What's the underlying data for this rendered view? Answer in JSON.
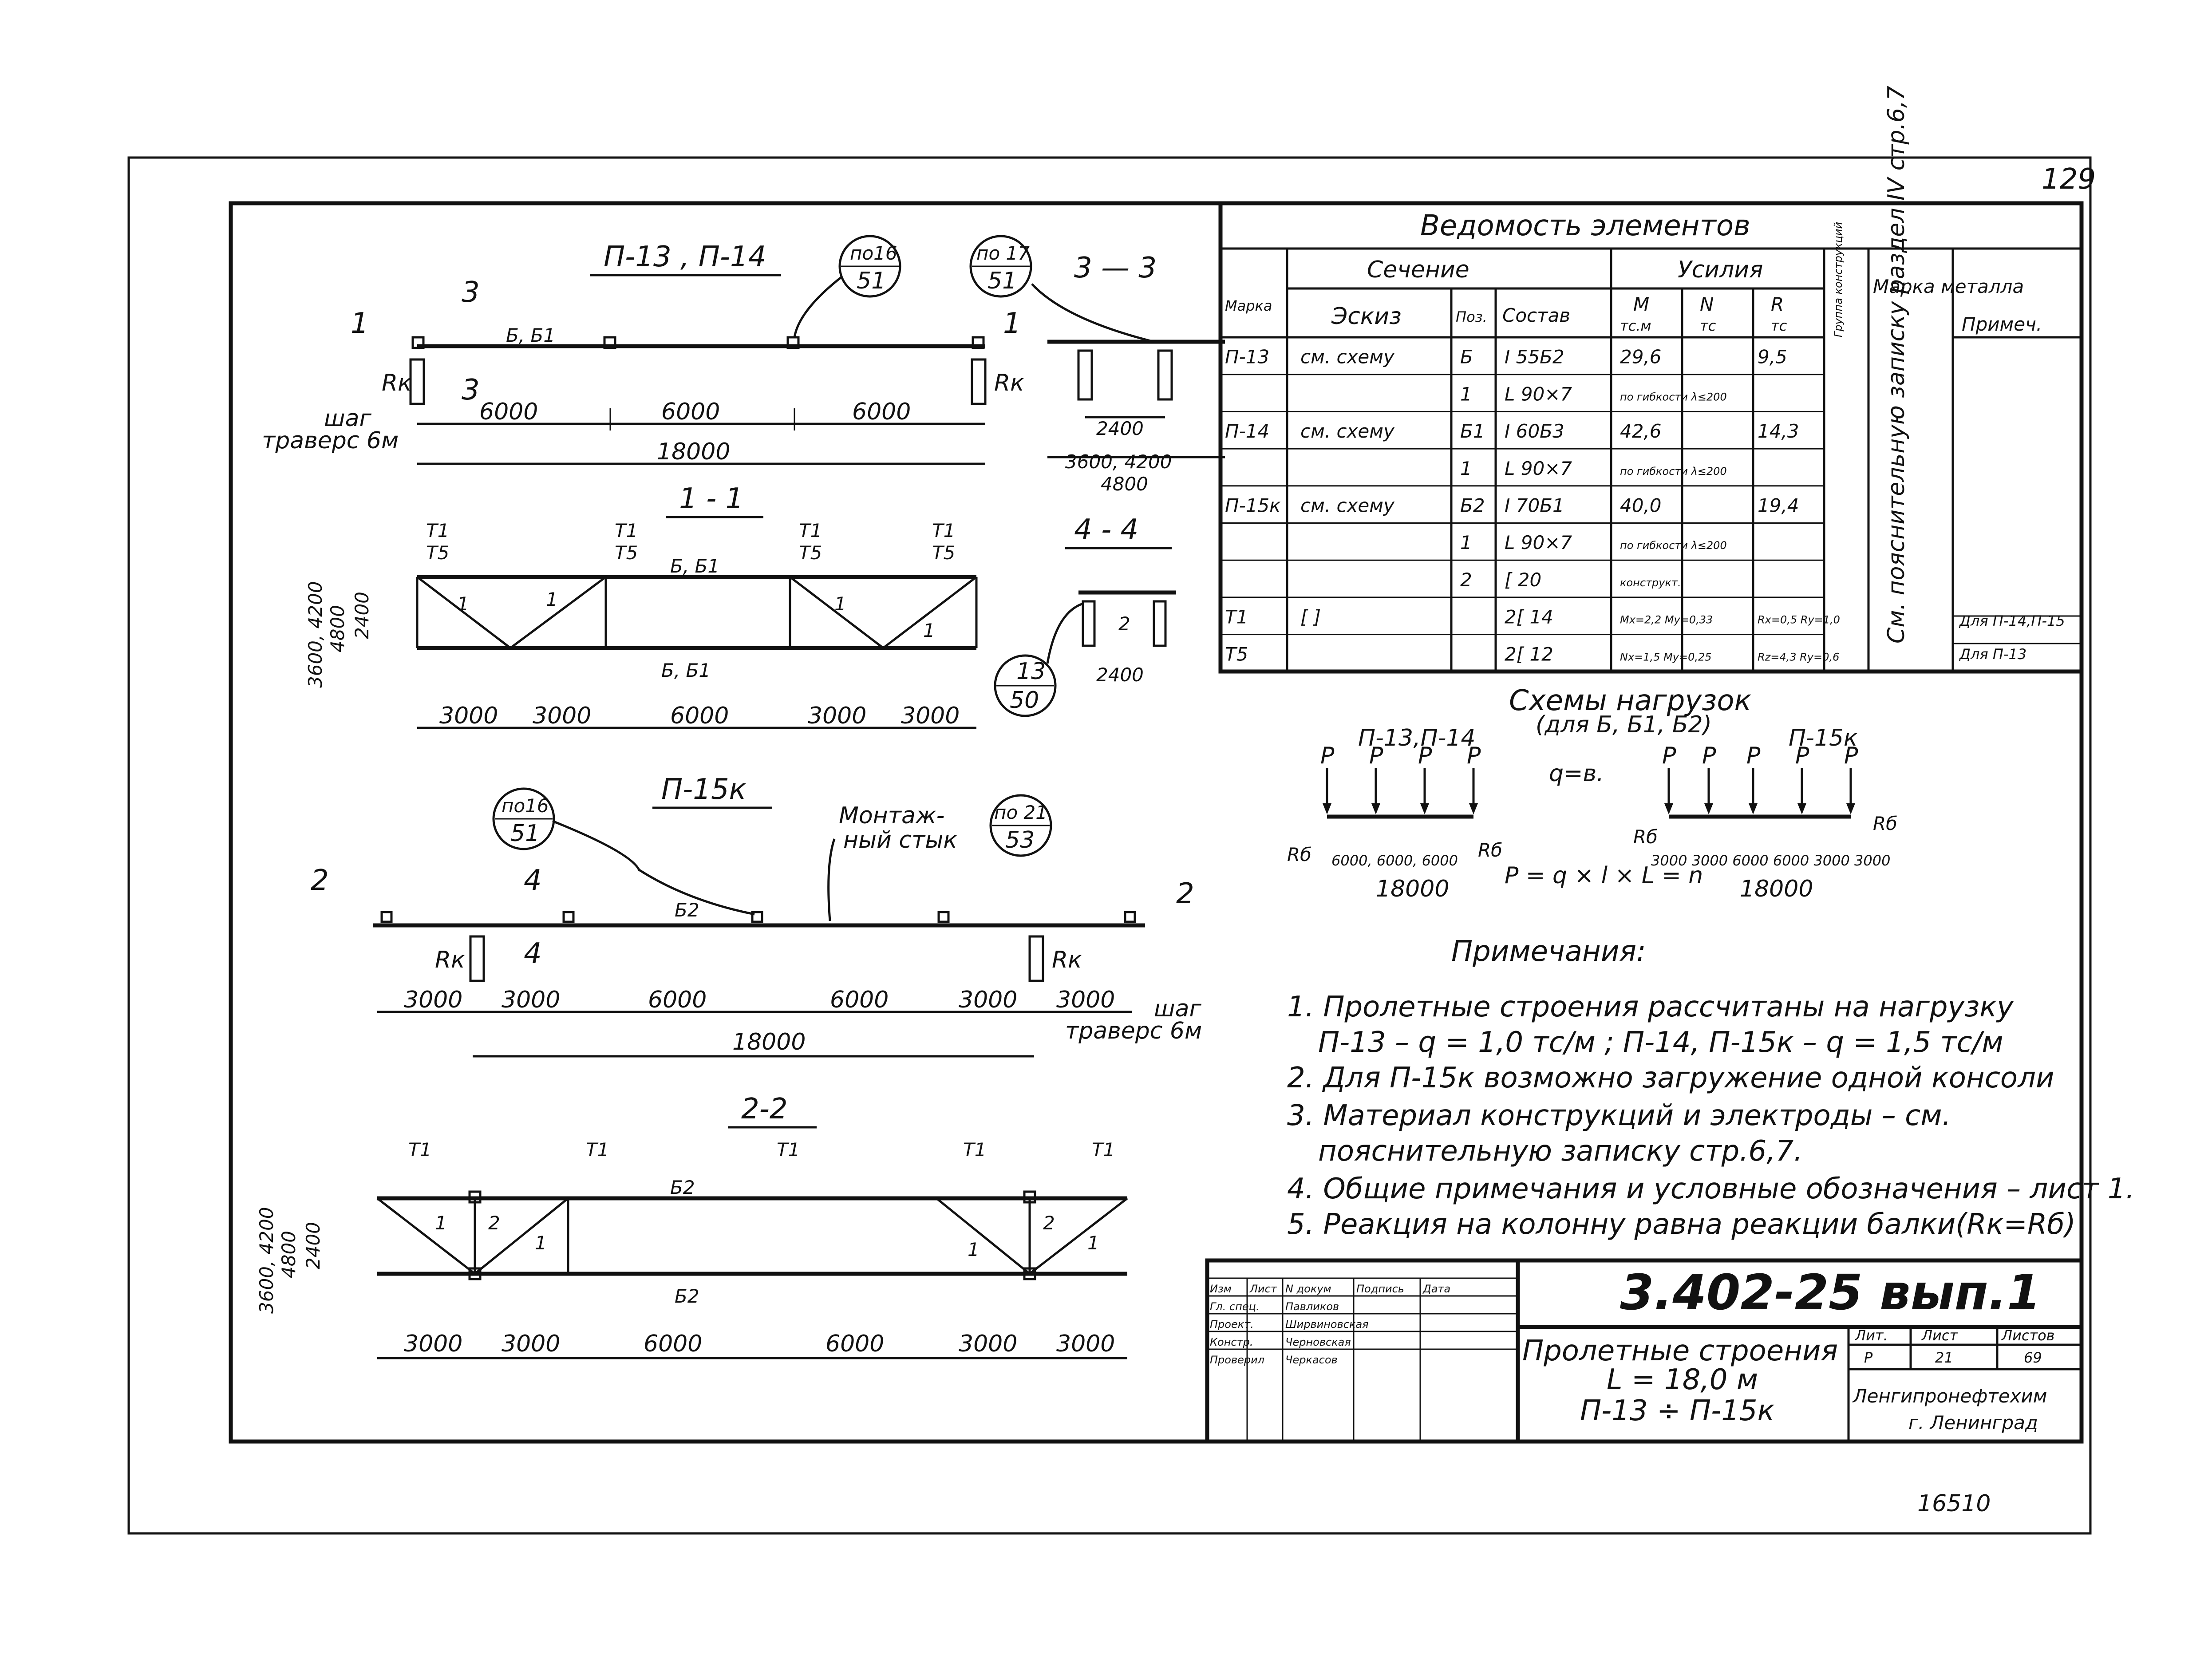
{
  "sheet": {
    "page_number": "129",
    "archive_number": "16510"
  },
  "views": {
    "p13_14": {
      "title": "П-13 , П-14",
      "beam_label": "Б, Б1",
      "spans": [
        "6000",
        "6000",
        "6000"
      ],
      "total": "18000",
      "step_line1": "шаг",
      "step_line2": "траверс 6м",
      "reaction": "Rк",
      "callout_a_top": "по16",
      "callout_a_bot": "51",
      "callout_b_top": "по 17",
      "callout_b_bot": "51",
      "cut1": "1",
      "cut3": "3"
    },
    "sec33": {
      "title": "3 — 3",
      "dims": [
        "2400",
        "3600, 4200",
        "4800"
      ]
    },
    "sec11": {
      "title": "1 - 1",
      "top_label": "Б, Б1",
      "bot_label": "Б, Б1",
      "spans": [
        "3000",
        "3000",
        "6000",
        "3000",
        "3000"
      ],
      "height_dims": [
        "3600, 4200",
        "4800",
        "2400"
      ],
      "labels_t1": "T1",
      "labels_t5": "T5",
      "member_1": "1"
    },
    "sec44": {
      "title": "4 - 4",
      "dim": "2400",
      "member": "2",
      "callout_top": "13",
      "callout_bot": "50"
    },
    "p15": {
      "title": "П-15к",
      "beam_label": "Б2",
      "spans": [
        "3000",
        "3000",
        "6000",
        "6000",
        "3000",
        "3000"
      ],
      "total": "18000",
      "joint_line1": "Монтаж-",
      "joint_line2": "ный стык",
      "callout_a_top": "по16",
      "callout_a_bot": "51",
      "callout_b_top": "по 21",
      "callout_b_bot": "53",
      "step_line1": "шаг",
      "step_line2": "траверс 6м",
      "reaction": "Rк",
      "cut2": "2",
      "cut4": "4"
    },
    "sec22": {
      "title": "2-2",
      "top_label": "Б2",
      "bot_label": "Б2",
      "spans": [
        "3000",
        "3000",
        "6000",
        "6000",
        "3000",
        "3000"
      ],
      "height_dims": [
        "3600, 4200",
        "4800",
        "2400"
      ],
      "labels_t1": "T1",
      "member_1": "1",
      "member_2": "2"
    }
  },
  "table": {
    "title": "Ведомость элементов",
    "group_section": "Сечение",
    "group_forces": "Усилия",
    "col_mark": "Марка",
    "col_sketch": "Эскиз",
    "col_pos": "Поз.",
    "col_comp": "Состав",
    "col_m": "M",
    "col_m_unit": "тс.м",
    "col_n": "N",
    "col_n_unit": "тс",
    "col_r": "R",
    "col_r_unit": "тс",
    "col_group": "Группа конструкций",
    "col_steel": "Марка металла",
    "col_note": "Примеч.",
    "rows": [
      {
        "mark": "П-13",
        "sketch": "см. схему",
        "pos": "Б",
        "comp": "I 55Б2",
        "m": "29,6",
        "n": "",
        "r": "9,5"
      },
      {
        "mark": "",
        "sketch": "",
        "pos": "1",
        "comp": "L 90×7",
        "m": "по гибкости λ≤200",
        "n": "",
        "r": ""
      },
      {
        "mark": "П-14",
        "sketch": "см. схему",
        "pos": "Б1",
        "comp": "I 60Б3",
        "m": "42,6",
        "n": "",
        "r": "14,3"
      },
      {
        "mark": "",
        "sketch": "",
        "pos": "1",
        "comp": "L 90×7",
        "m": "по гибкости λ≤200",
        "n": "",
        "r": ""
      },
      {
        "mark": "П-15к",
        "sketch": "см. схему",
        "pos": "Б2",
        "comp": "I 70Б1",
        "m": "40,0",
        "n": "",
        "r": "19,4"
      },
      {
        "mark": "",
        "sketch": "",
        "pos": "1",
        "comp": "L 90×7",
        "m": "по гибкости λ≤200",
        "n": "",
        "r": ""
      },
      {
        "mark": "",
        "sketch": "",
        "pos": "2",
        "comp": "[ 20",
        "m": "конструкт.",
        "n": "",
        "r": ""
      },
      {
        "mark": "T1",
        "sketch": "[ ]",
        "pos": "",
        "comp": "2[ 14",
        "m": "Mx=2,2 My=0,33",
        "n": "",
        "r": "Rx=0,5 Ry=1,0"
      },
      {
        "mark": "T5",
        "sketch": "",
        "pos": "",
        "comp": "2[ 12",
        "m": "Nx=1,5 My=0,25",
        "n": "",
        "r": "Rz=4,3 Ry=0,6"
      }
    ],
    "steel_note": "См. пояснительную записку раздел IV стр.6,7",
    "note_t1": "Для П-14,П-15",
    "note_t5": "Для П-13"
  },
  "load_schemes": {
    "title": "Схемы нагрузок",
    "subtitle": "(для Б, Б1, Б2)",
    "left_label": "П-13,П-14",
    "right_label": "П-15к",
    "p": "P",
    "q": "q=в.",
    "rb": "Rб",
    "left_spans": "6000, 6000, 6000",
    "left_total": "18000",
    "right_spans": "3000 3000 6000 6000 3000 3000",
    "right_total": "18000",
    "formula": "P = q × l × L = n"
  },
  "notes": {
    "title": "Примечания:",
    "items": [
      "1. Пролетные строения рассчитаны на нагрузку",
      "П-13 – q = 1,0 тс/м ; П-14, П-15к – q = 1,5 тс/м",
      "2. Для П-15к возможно загружение одной консоли",
      "3. Материал конструкций и электроды – см.",
      "пояснительную записку стр.6,7.",
      "4. Общие примечания и условные обозначения – лист 1.",
      "5. Реакция на колонну равна реакции балки(Rк=Rб)"
    ]
  },
  "stamp": {
    "code": "3.402-25 вып.1",
    "title_line1": "Пролетные строения",
    "title_line2": "L = 18,0 м",
    "title_line3": "П-13 ÷ П-15к",
    "org_line1": "Ленгипронефтехим",
    "org_line2": "г. Ленинград",
    "h_lit": "Лит.",
    "h_sheet": "Лист",
    "h_sheets": "Листов",
    "v_lit": "Р",
    "v_sheet": "21",
    "v_sheets": "69",
    "head_cols": [
      "Изм",
      "Лист",
      "N докум",
      "Подпись",
      "Дата"
    ],
    "roles": [
      "Гл. спец.",
      "Проект.",
      "Констр.",
      "Проверил"
    ],
    "names": [
      "Павликов",
      "Ширвиновская",
      "Черновская",
      "Черкасов"
    ]
  }
}
